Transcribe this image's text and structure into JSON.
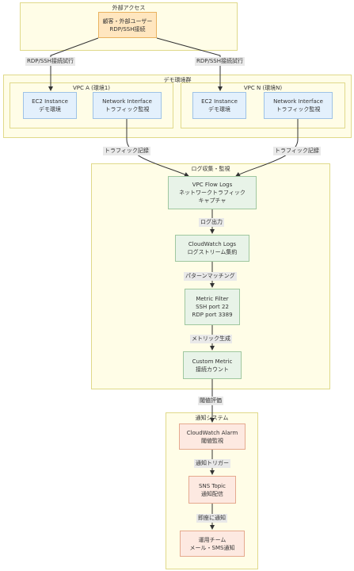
{
  "groups": {
    "external": "外部アクセス",
    "demo": "デモ環境群",
    "vpc_a": "VPC A (環境1)",
    "vpc_n": "VPC N (環境N)",
    "logs": "ログ収集・監視",
    "notify": "通知システム"
  },
  "nodes": {
    "users": [
      "顧客・外部ユーザー",
      "RDP/SSH接続"
    ],
    "ec2_a": [
      "EC2 Instance",
      "デモ環境"
    ],
    "eni_a": [
      "Network Interface",
      "トラフィック監視"
    ],
    "ec2_n": [
      "EC2 Instance",
      "デモ環境"
    ],
    "eni_n": [
      "Network Interface",
      "トラフィック監視"
    ],
    "flow_logs": [
      "VPC Flow Logs",
      "ネットワークトラフィック",
      "キャプチャ"
    ],
    "cw_logs": [
      "CloudWatch Logs",
      "ログストリーム集約"
    ],
    "metric_filter": [
      "Metric Filter",
      "SSH port 22",
      "RDP port 3389"
    ],
    "custom_metric": [
      "Custom Metric",
      "接続カウント"
    ],
    "alarm": [
      "CloudWatch Alarm",
      "閾値監視"
    ],
    "sns": [
      "SNS Topic",
      "通知配信"
    ],
    "ops": [
      "運用チーム",
      "メール・SMS通知"
    ]
  },
  "edges": {
    "try_a": "RDP/SSH接続試行",
    "try_n": "RDP/SSH接続試行",
    "rec_a": "トラフィック記録",
    "rec_n": "トラフィック記録",
    "log_out": "ログ出力",
    "pattern": "パターンマッチング",
    "metric_gen": "メトリック生成",
    "threshold": "閾値評価",
    "trigger": "通知トリガー",
    "immediate": "即座に通知"
  }
}
